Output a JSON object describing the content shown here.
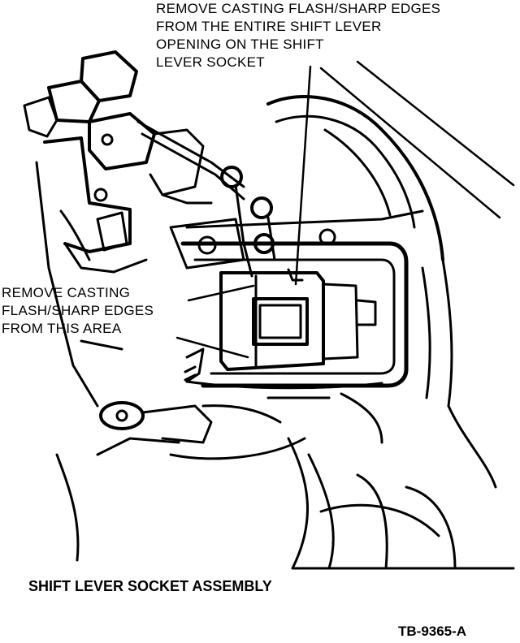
{
  "callouts": {
    "top": [
      "REMOVE CASTING FLASH/SHARP EDGES",
      "FROM THE ENTIRE SHIFT LEVER",
      "OPENING ON THE SHIFT",
      "LEVER SOCKET"
    ],
    "left": [
      "REMOVE CASTING",
      "FLASH/SHARP EDGES",
      "FROM THIS AREA"
    ]
  },
  "caption": "SHIFT LEVER SOCKET ASSEMBLY",
  "figure_ref": "TB-9365-A",
  "colors": {
    "ink": "#000000",
    "paper": "#ffffff"
  }
}
